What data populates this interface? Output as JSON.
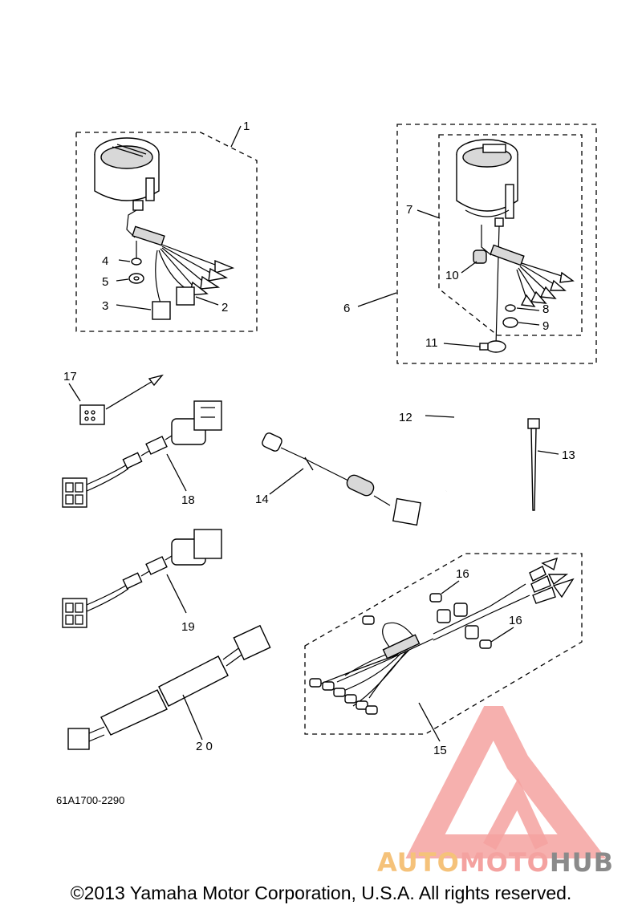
{
  "callouts": [
    "1",
    "2",
    "3",
    "4",
    "5",
    "6",
    "7",
    "8",
    "9",
    "10",
    "11",
    "12",
    "13",
    "14",
    "15",
    "16",
    "16",
    "17",
    "18",
    "19",
    "2 0"
  ],
  "part_code": "61A1700-2290",
  "copyright": "©2013 Yamaha Motor Corporation, U.S.A. All rights reserved.",
  "watermark": {
    "text_a": "AUTO",
    "text_m": "MOTO",
    "text_h": "HUB",
    "colors": {
      "a": "#f5c27a",
      "m": "#f4a2a0",
      "h": "#8a8a8a"
    }
  }
}
